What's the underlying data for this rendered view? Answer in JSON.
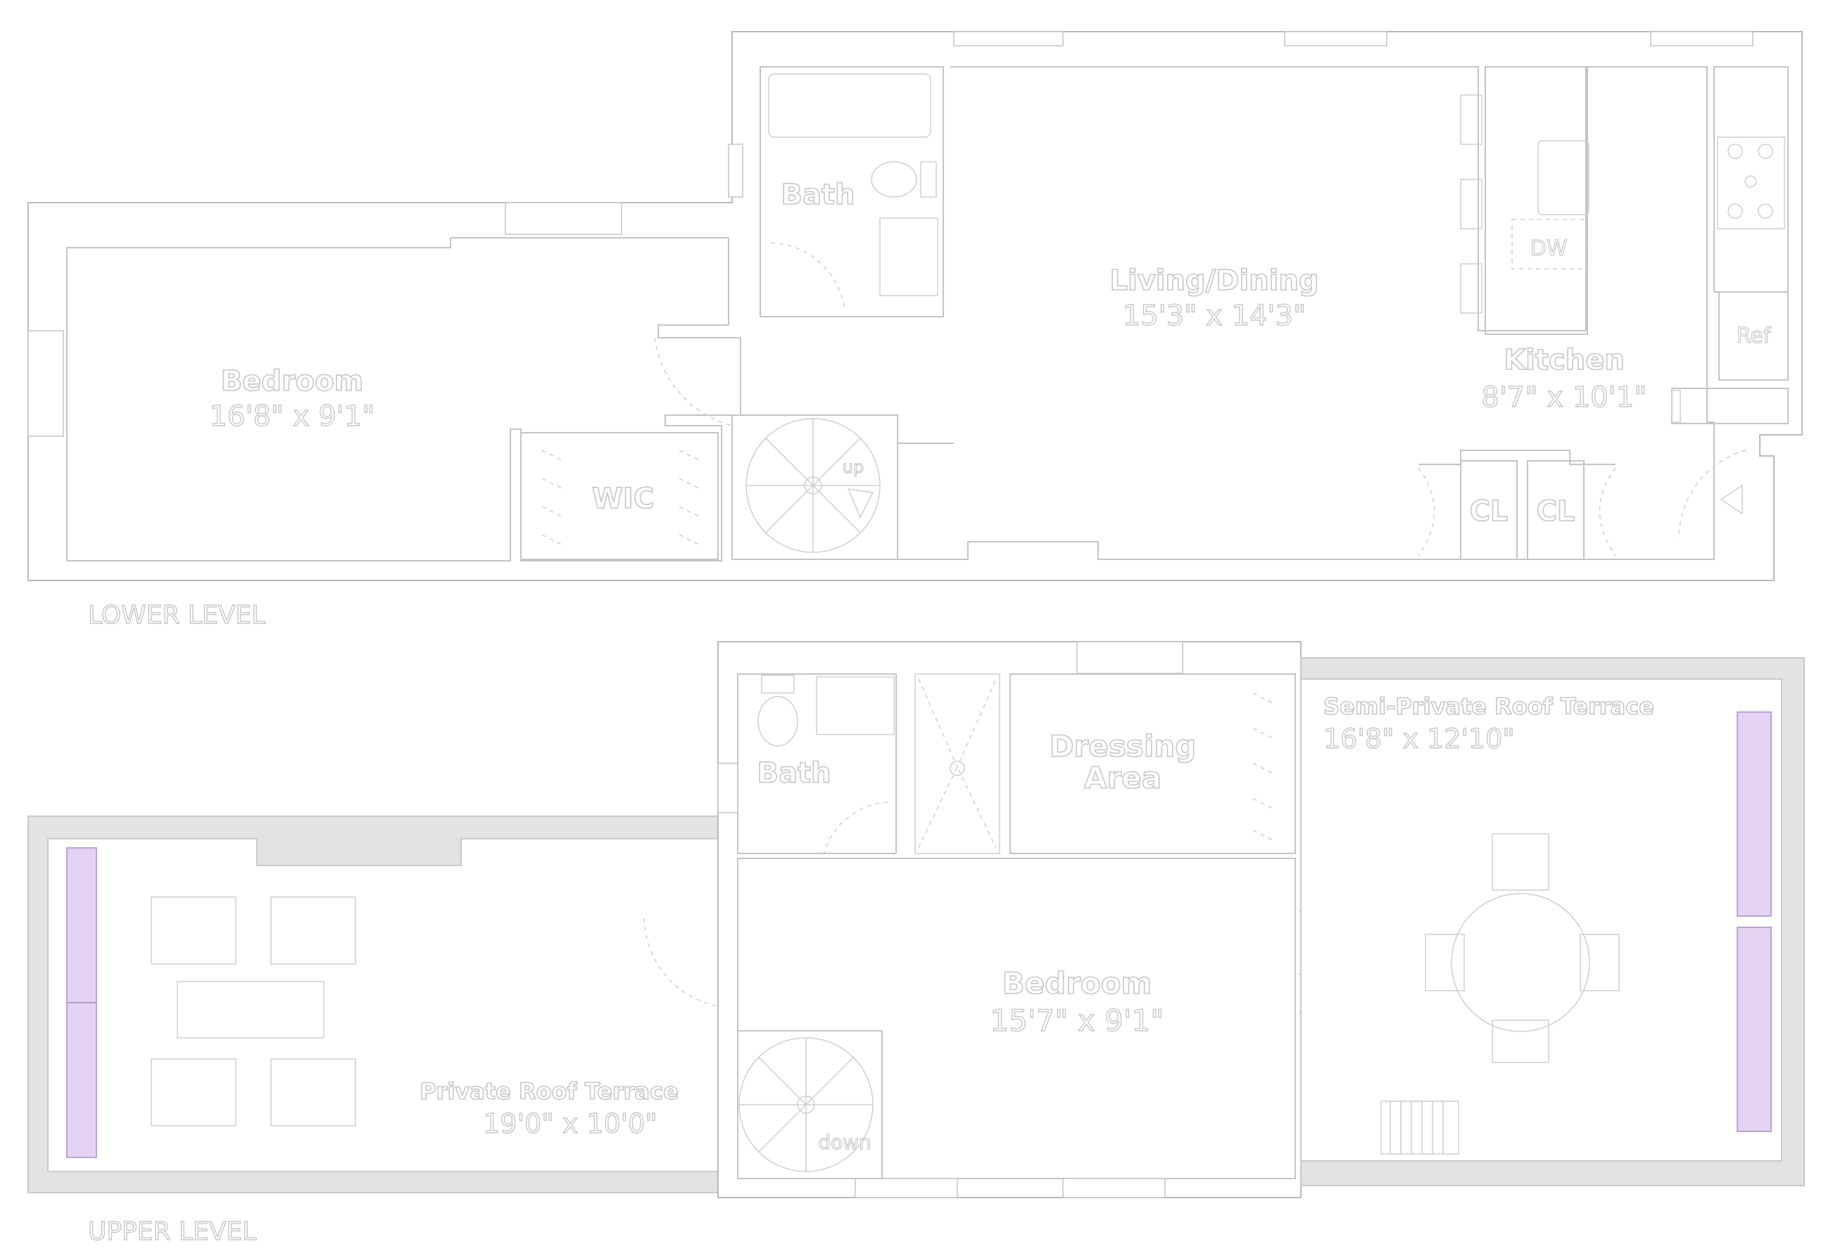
{
  "lower_level": {
    "title": "LOWER LEVEL",
    "rooms": {
      "bedroom": {
        "name": "Bedroom",
        "dims": "16'8\" x 9'1\""
      },
      "bath": {
        "name": "Bath"
      },
      "living": {
        "name": "Living/Dining",
        "dims": "15'3\" x 14'3\""
      },
      "kitchen": {
        "name": "Kitchen",
        "dims": "8'7\" x 10'1\""
      },
      "wic": {
        "name": "WIC"
      },
      "closet1": {
        "name": "CL"
      },
      "closet2": {
        "name": "CL"
      }
    },
    "fixtures": {
      "dishwasher": "DW",
      "refrigerator": "Ref",
      "stair": "up"
    }
  },
  "upper_level": {
    "title": "UPPER LEVEL",
    "rooms": {
      "bath": {
        "name": "Bath"
      },
      "dressing": {
        "name_line1": "Dressing",
        "name_line2": "Area"
      },
      "bedroom": {
        "name": "Bedroom",
        "dims": "15'7\" x 9'1\""
      },
      "semi_terrace": {
        "name": "Semi-Private Roof Terrace",
        "dims": "16'8\" x 12'10\""
      },
      "private_terrace": {
        "name": "Private Roof Terrace",
        "dims": "19'0\" x 10'0\""
      }
    },
    "fixtures": {
      "stair": "down"
    }
  },
  "colors": {
    "wall": "#b9b9b9",
    "terrace": "#e3e3e3",
    "planter_fill": "#e4d3f2",
    "planter_stroke": "#a98cc7"
  }
}
